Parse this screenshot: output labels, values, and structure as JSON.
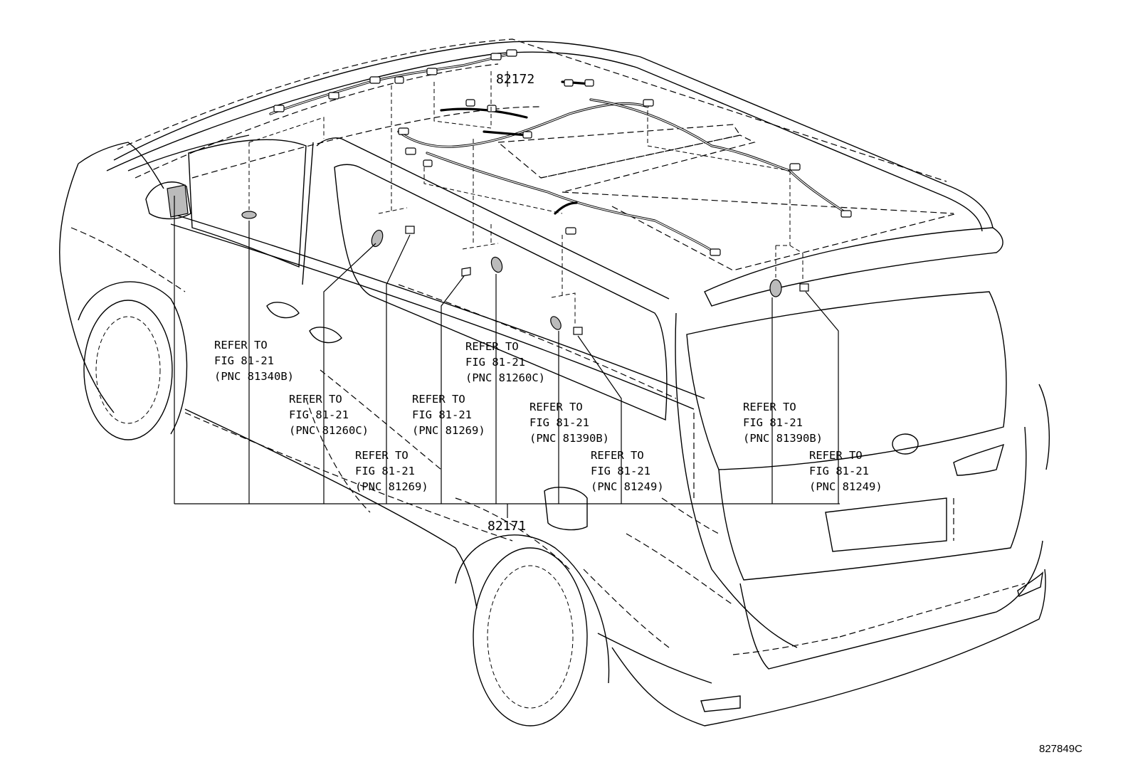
{
  "diagram": {
    "part_numbers": {
      "harness_roof": "82172",
      "harness_body": "82171"
    },
    "references": [
      {
        "line1": "REFER TO",
        "line2": "FIG 81-21",
        "line3": "(PNC 81340B)"
      },
      {
        "line1": "REFER TO",
        "line2": "FIG 81-21",
        "line3": "(PNC 81260C)"
      },
      {
        "line1": "REFER TO",
        "line2": "FIG 81-21",
        "line3": "(PNC 81269)"
      },
      {
        "line1": "REFER TO",
        "line2": "FIG 81-21",
        "line3": "(PNC 81269)"
      },
      {
        "line1": "REFER TO",
        "line2": "FIG 81-21",
        "line3": "(PNC 81260C)"
      },
      {
        "line1": "REFER TO",
        "line2": "FIG 81-21",
        "line3": "(PNC 81390B)"
      },
      {
        "line1": "REFER TO",
        "line2": "FIG 81-21",
        "line3": "(PNC 81249)"
      },
      {
        "line1": "REFER TO",
        "line2": "FIG 81-21",
        "line3": "(PNC 81390B)"
      },
      {
        "line1": "REFER TO",
        "line2": "FIG 81-21",
        "line3": "(PNC 81249)"
      }
    ],
    "figure_id": "827849C"
  }
}
